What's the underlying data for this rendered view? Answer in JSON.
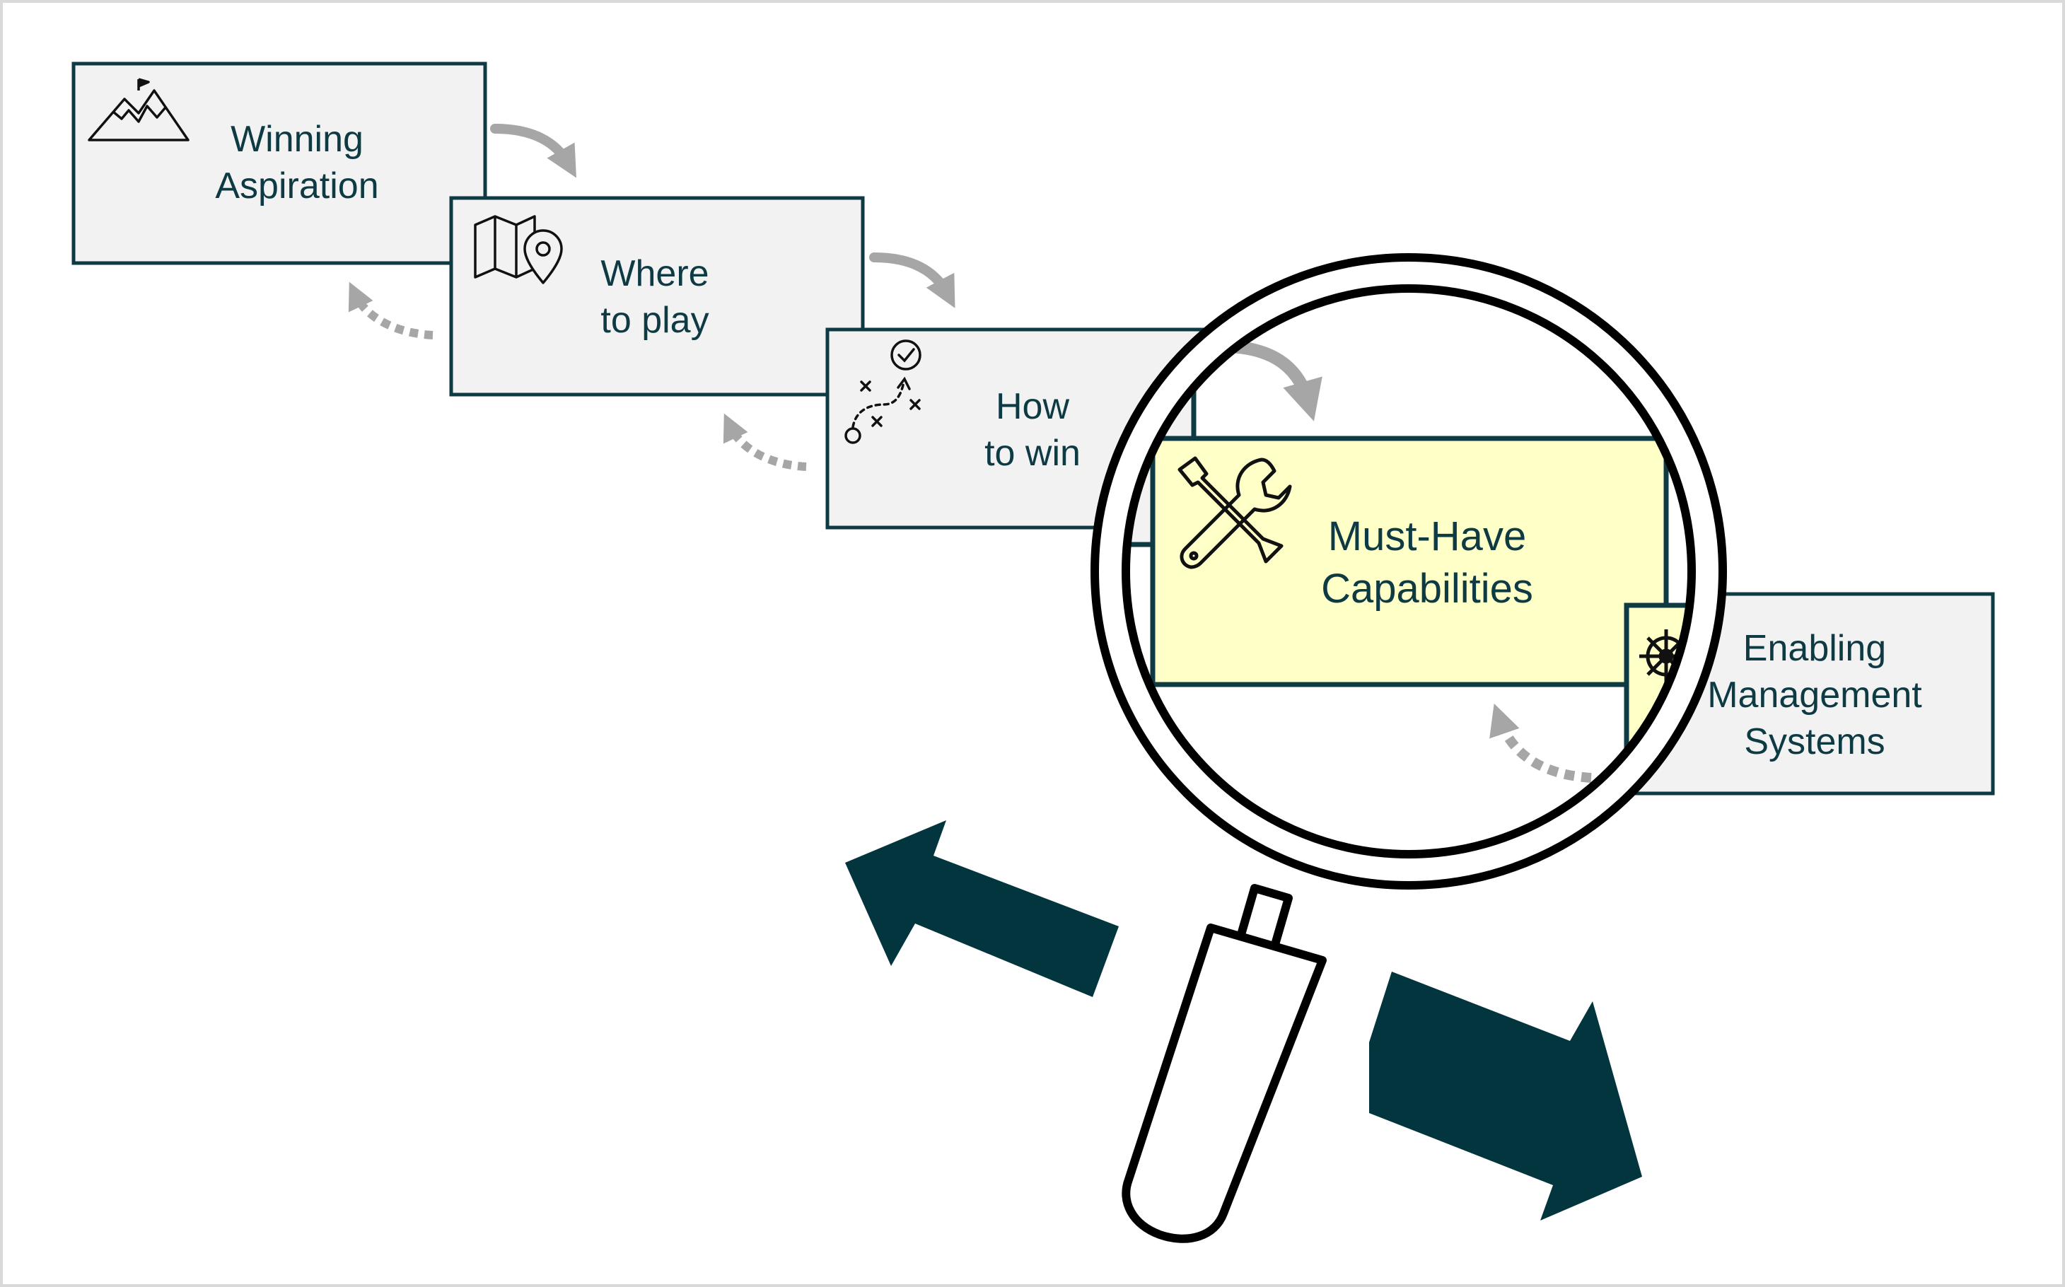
{
  "steps": [
    {
      "line1": "Winning",
      "line2": "Aspiration",
      "icon": "mountain-flag-icon"
    },
    {
      "line1": "Where",
      "line2": "to play",
      "icon": "map-pin-icon"
    },
    {
      "line1": "How",
      "line2": "to win",
      "icon": "strategy-play-icon"
    },
    {
      "line1": "Must-Have",
      "line2": "Capabilities",
      "icon": "wrench-screwdriver-icon"
    },
    {
      "line1": "Enabling",
      "line2": "Management",
      "line3": "Systems",
      "icon": "ship-wheel-icon"
    }
  ],
  "colors": {
    "box_fill": "#f2f2f2",
    "box_border": "#0e3a43",
    "text": "#0e3a43",
    "highlight_fill": "#ffffc8",
    "arrow_gray": "#a6a6a6",
    "big_arrow": "#03353f",
    "magnifier": "#000000"
  }
}
